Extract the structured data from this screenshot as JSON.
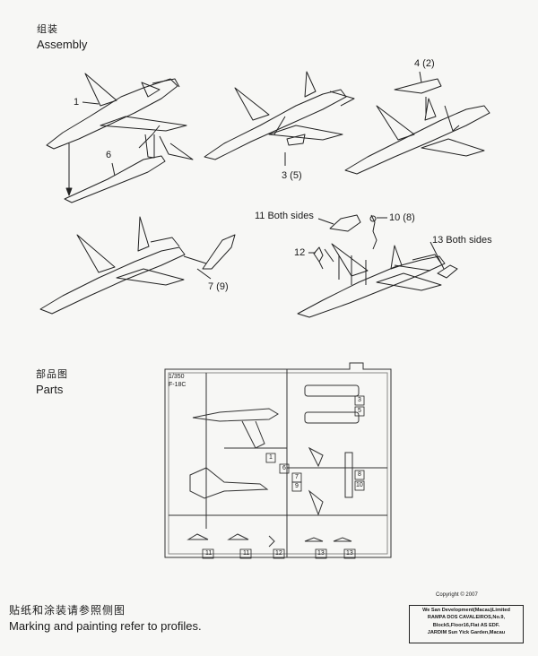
{
  "assembly": {
    "title_cn": "组装",
    "title_en": "Assembly"
  },
  "callouts": {
    "c1": "1",
    "c6": "6",
    "c3": "3 (5)",
    "c4": "4 (2)",
    "c7": "7 (9)",
    "c11": "11 Both sides",
    "c10": "10 (8)",
    "c12": "12",
    "c13": "13 Both sides"
  },
  "parts": {
    "title_cn": "部品图",
    "title_en": "Parts"
  },
  "sprue": {
    "scale": "1/350",
    "model": "F-18C",
    "numbers": [
      "3",
      "5",
      "1",
      "6",
      "7",
      "9",
      "8",
      "10",
      "11",
      "11",
      "12",
      "13",
      "13"
    ]
  },
  "footer": {
    "marking_cn": "贴纸和涂装请参照侧图",
    "marking_en": "Marking and painting refer to profiles.",
    "copyright": "Copyright © 2007",
    "address": [
      "We San Development(Macau)Limited",
      "RAMPA DOS CAVALEIROS,No.9,",
      "Block5,Floor16,Flat AS EDF.",
      "JARDIM Sun Yick Garden,Macau"
    ]
  }
}
